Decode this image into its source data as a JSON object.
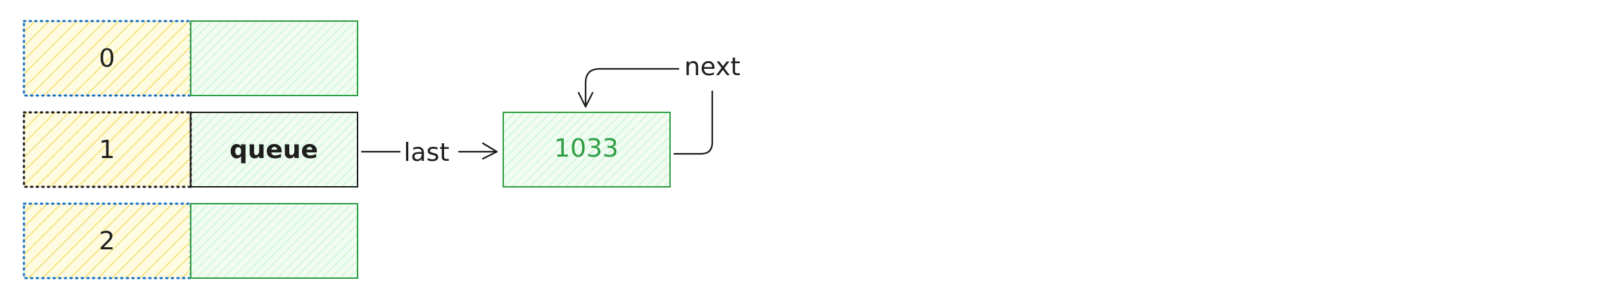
{
  "diagram": {
    "rows": [
      {
        "index": "0",
        "value": ""
      },
      {
        "index": "1",
        "value": "queue"
      },
      {
        "index": "2",
        "value": ""
      }
    ],
    "node": {
      "value": "1033"
    },
    "arrows": {
      "last_label": "last",
      "next_label": "next"
    }
  },
  "colors": {
    "stroke": "#1e1e1e",
    "dotted_blue": "#1971c2",
    "index_fill": "#ffec99",
    "index_hatch": "#f0d64a",
    "value_fill": "#ebfbee",
    "value_hatch": "#b2f2bb",
    "green_stroke": "#2f9e44",
    "node_text": "#2f9e44"
  }
}
